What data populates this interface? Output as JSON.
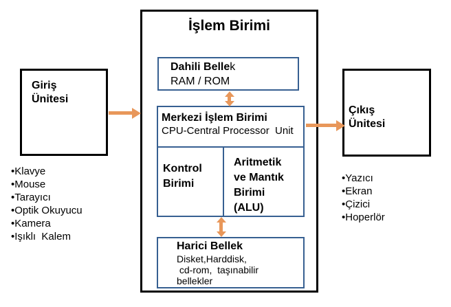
{
  "colors": {
    "arrow_orange": "#E8975A",
    "inner_box_blue": "#365F91",
    "outer_box_black": "#000000"
  },
  "processing_unit": {
    "title": "İşlem Birimi",
    "internal_memory": {
      "title_bold": "Dahili Belle",
      "title_tail": "k",
      "subtitle": "RAM / ROM"
    },
    "cpu": {
      "title": "Merkezi İşlem Birimi",
      "subtitle": "CPU-Central Processor  Unit",
      "control_unit": "Kontrol\nBirimi",
      "alu": "Aritmetik\nve Mantık\nBirimi\n(ALU)"
    },
    "external_memory": {
      "title": "Harici Bellek",
      "lines": [
        "Disket,Harddisk,",
        " cd-rom,  taşınabilir",
        "bellekler"
      ]
    }
  },
  "input_unit": {
    "title": "Giriş\nÜnitesi",
    "devices": [
      "•Klavye",
      "•Mouse",
      "•Tarayıcı",
      "•Optik Okuyucu",
      "•Kamera",
      "•Işıklı  Kalem"
    ]
  },
  "output_unit": {
    "title": "Çıkış\nÜnitesi",
    "devices": [
      "•Yazıcı",
      "•Ekran",
      "•Çizici",
      "•Hoperlör"
    ]
  }
}
